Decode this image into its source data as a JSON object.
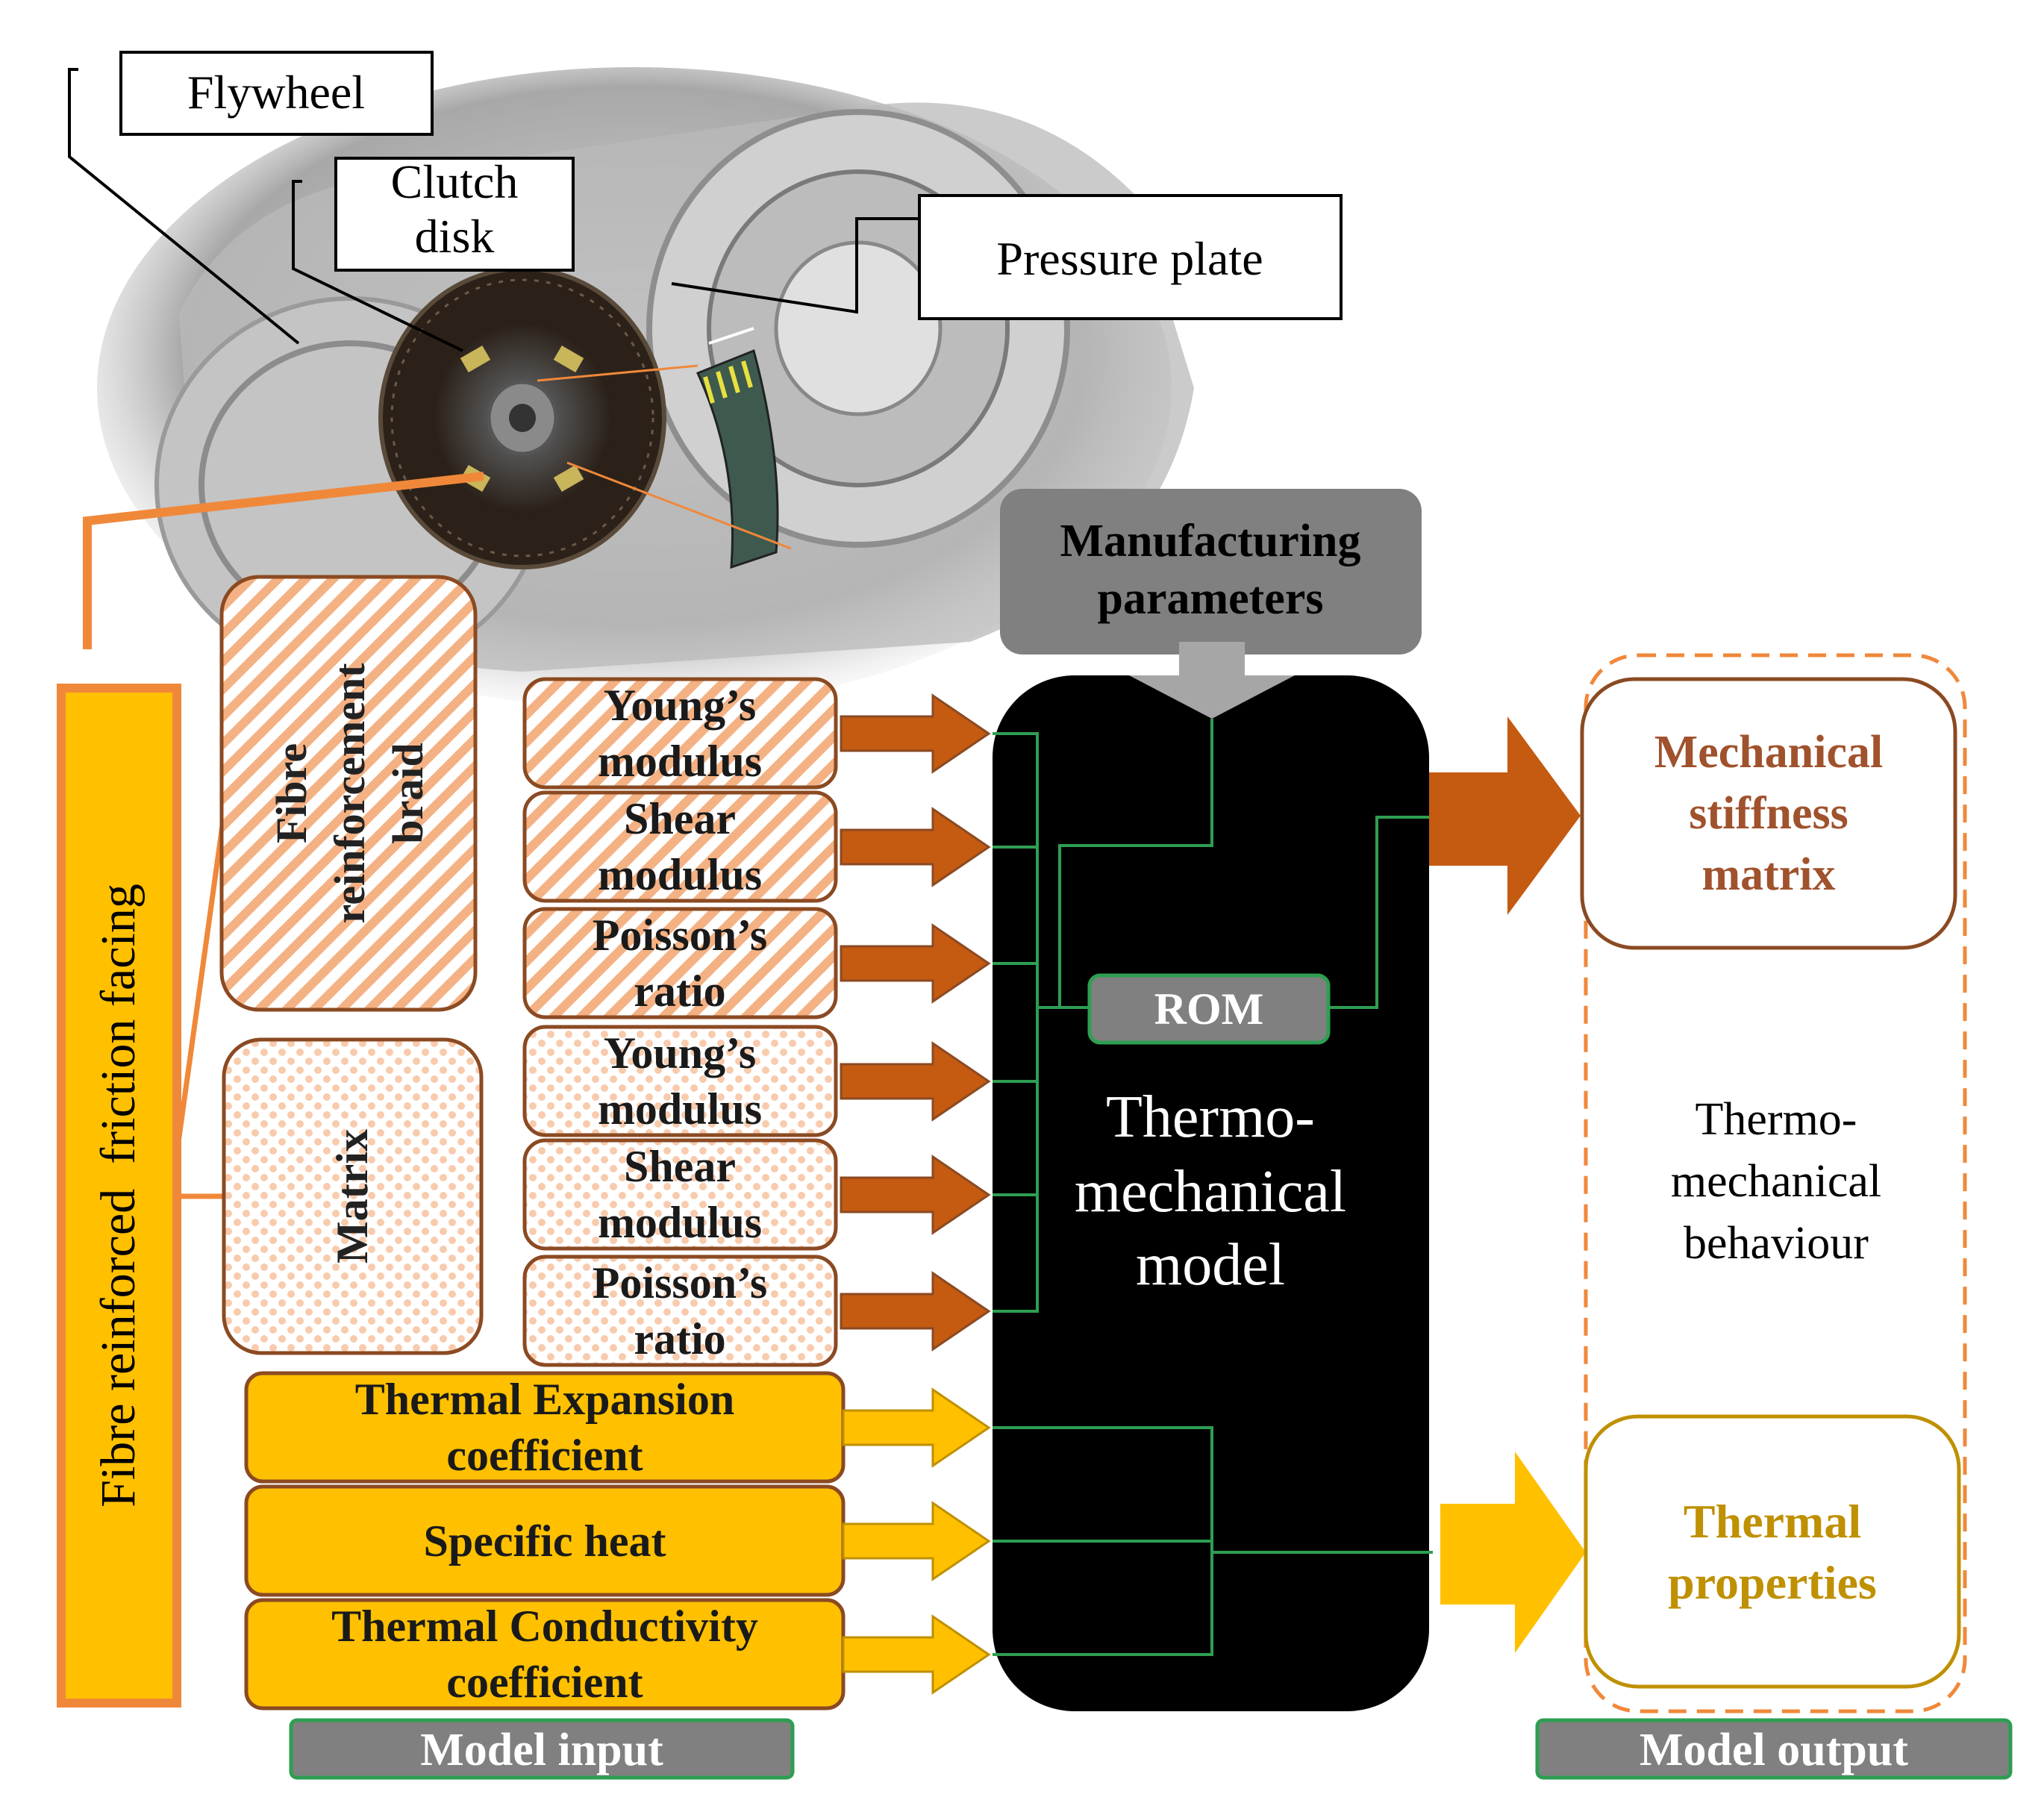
{
  "callouts": {
    "flywheel": "Flywheel",
    "clutch_disk": [
      "Clutch",
      "disk"
    ],
    "pressure_plate": "Pressure plate"
  },
  "left_label": "Fibre reinforced  friction facing",
  "constituents": {
    "fibre": [
      "Fibre",
      "reinforcement",
      "braid"
    ],
    "matrix": "Matrix"
  },
  "fibre_props": [
    [
      "Young’s",
      "modulus"
    ],
    [
      "Shear",
      "modulus"
    ],
    [
      "Poisson’s",
      "ratio"
    ]
  ],
  "matrix_props": [
    [
      "Young’s",
      "modulus"
    ],
    [
      "Shear",
      "modulus"
    ],
    [
      "Poisson’s",
      "ratio"
    ]
  ],
  "thermal_inputs": [
    [
      "Thermal Expansion",
      "coefficient"
    ],
    [
      "Specific heat"
    ],
    [
      "Thermal Conductivity",
      "coefficient"
    ]
  ],
  "manufacturing": [
    "Manufacturing",
    "parameters"
  ],
  "model": {
    "rom": "ROM",
    "title": [
      "Thermo-",
      "mechanical",
      "model"
    ]
  },
  "outputs": {
    "mechanical": [
      "Mechanical",
      "stiffness",
      "matrix"
    ],
    "behaviour": [
      "Thermo-",
      "mechanical",
      "behaviour"
    ],
    "thermal": [
      "Thermal",
      "properties"
    ]
  },
  "footer": {
    "input": "Model input",
    "output": "Model output"
  },
  "colors": {
    "orange": "#F0883A",
    "brown": "#C55A11",
    "gold": "#FFC000",
    "gold_text": "#BF9000",
    "dark_brown": "#8B4A22",
    "grey": "#808080",
    "green": "#2E9E52"
  }
}
